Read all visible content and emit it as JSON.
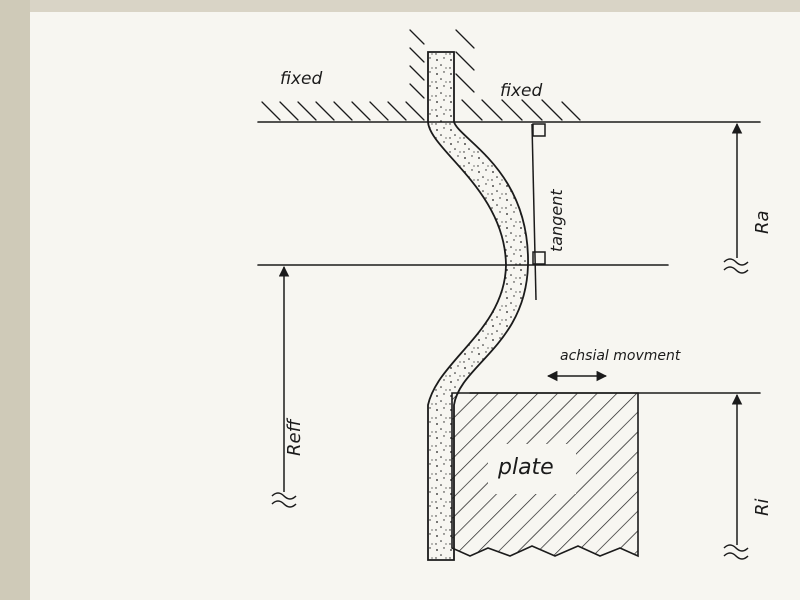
{
  "labels": {
    "fixed_left": "fixed",
    "fixed_right": "fixed",
    "tangent": "tangent",
    "r_a": "Ra",
    "r_eff": "Reff",
    "r_i": "Ri",
    "axial_movement": "achsial movment",
    "plate": "plate"
  },
  "colors": {
    "ink": "#1b1b1b",
    "paper": "#f7f6f1",
    "desk": "#d9d4c6"
  }
}
